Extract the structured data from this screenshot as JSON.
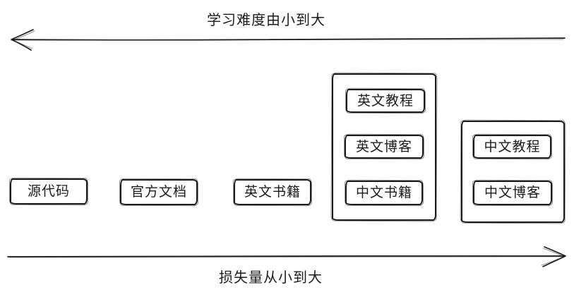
{
  "colors": {
    "ink": "#1b1b1b",
    "background": "#ffffff"
  },
  "axes": {
    "top": {
      "label": "学习难度由小到大",
      "direction": "left"
    },
    "bottom": {
      "label": "损失量从小到大",
      "direction": "right"
    }
  },
  "items": [
    {
      "label": "源代码"
    },
    {
      "label": "官方文档"
    },
    {
      "label": "英文书籍"
    }
  ],
  "groups": [
    {
      "items": [
        {
          "label": "英文教程"
        },
        {
          "label": "英文博客"
        },
        {
          "label": "中文书籍"
        }
      ]
    },
    {
      "items": [
        {
          "label": "中文教程"
        },
        {
          "label": "中文博客"
        }
      ]
    }
  ]
}
